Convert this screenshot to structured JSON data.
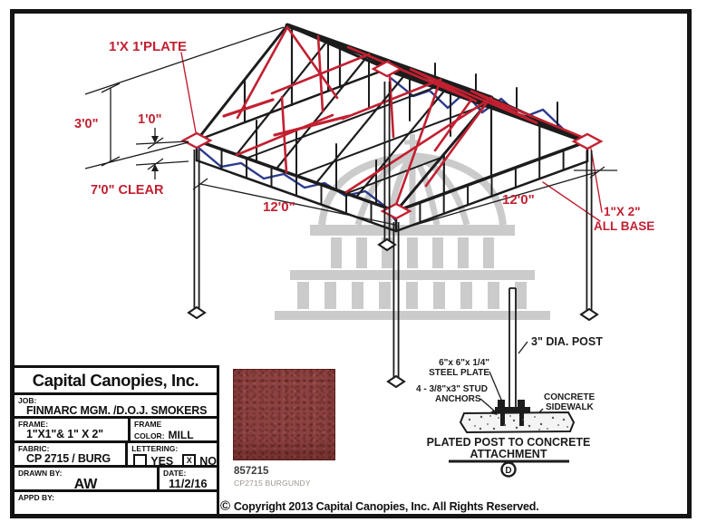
{
  "drawing": {
    "annotations": {
      "plate": "1'X 1'PLATE",
      "rise": "3'0\"",
      "truss_depth": "1'0\"",
      "clearance": "7'0\" CLEAR",
      "bay_left": "12'0\"",
      "bay_right": "12'0\"",
      "base_line1": "1\"X 2\"",
      "base_line2": "ALL BASE"
    },
    "colors": {
      "frame": "#1c1c1c",
      "brace": "#c22031",
      "cable": "#2b3a8c",
      "watermark": "#cbcbcb"
    }
  },
  "detail": {
    "post": "3\" DIA. POST",
    "steel_plate_line1": "6\"x 6\"x 1/4\"",
    "steel_plate_line2": "STEEL PLATE",
    "anchors_line1": "4 - 3/8\"x3\" STUD",
    "anchors_line2": "ANCHORS",
    "sidewalk_line1": "CONCRETE",
    "sidewalk_line2": "SIDEWALK",
    "title_line1": "PLATED POST TO CONCRETE",
    "title_line2": "ATTACHMENT",
    "mark": "D"
  },
  "title_block": {
    "company": "Capital Canopies, Inc.",
    "job_label": "JOB:",
    "job_value": "FINMARC MGM. /D.O.J. SMOKERS",
    "frame_label": "FRAME:",
    "frame_value": "1\"X1\"& 1\" X 2\"",
    "frame_color_label1": "FRAME",
    "frame_color_label2": "COLOR:",
    "frame_color_value": "MILL",
    "fabric_label": "FABRIC:",
    "fabric_value": "CP 2715 / BURG",
    "lettering": {
      "label": "LETTERING:",
      "yes": "YES",
      "no": "NO",
      "yes_mark": "",
      "no_mark": "X"
    },
    "drawn_by_label": "DRAWN BY:",
    "drawn_by_value": "AW",
    "date_label": "DATE:",
    "date_value": "11/2/16",
    "appd_by_label": "APPD BY:"
  },
  "swatch": {
    "code": "857215",
    "name": "CP2715 BURGUNDY",
    "color": "#8d4240"
  },
  "footer": {
    "symbol": "©",
    "text": "Copyright 2013 Capital Canopies, Inc. All Rights Reserved."
  }
}
